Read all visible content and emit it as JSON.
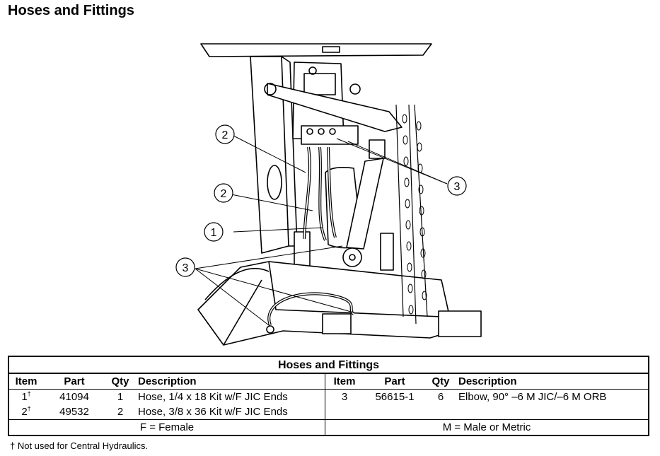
{
  "page": {
    "title": "Hoses and Fittings"
  },
  "figure": {
    "callouts": [
      "1",
      "2",
      "2",
      "3",
      "3"
    ]
  },
  "table": {
    "title": "Hoses and Fittings",
    "headers": [
      "Item",
      "Part",
      "Qty",
      "Description",
      "Item",
      "Part",
      "Qty",
      "Description"
    ],
    "left_rows": [
      {
        "item": "1",
        "mark": "†",
        "part": "41094",
        "qty": "1",
        "description": "Hose, 1/4 x 18 Kit w/F JIC Ends"
      },
      {
        "item": "2",
        "mark": "†",
        "part": "49532",
        "qty": "2",
        "description": "Hose, 3/8 x 36 Kit w/F JIC Ends"
      }
    ],
    "right_rows": [
      {
        "item": "3",
        "part": "56615-1",
        "qty": "6",
        "description": "Elbow, 90° –6 M JIC/–6 M ORB"
      }
    ],
    "legend_left": "F = Female",
    "legend_right": "M = Male or Metric"
  },
  "footnote": "†  Not used for Central Hydraulics."
}
